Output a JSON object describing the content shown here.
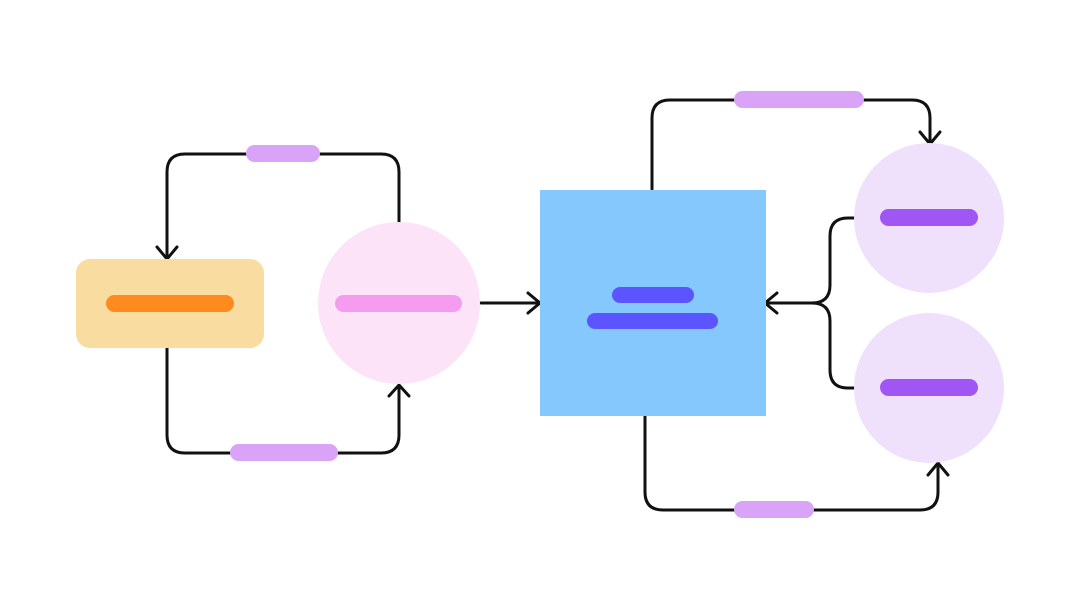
{
  "colors": {
    "background": "#ffffff",
    "line": "#111111",
    "label_pill": "#d9a3f7",
    "orange_box": "#f9dca0",
    "orange_bar": "#ff8a1e",
    "pink_circle": "#fce3f8",
    "pink_bar": "#f59cf0",
    "blue_square": "#84c8fd",
    "blue_bar": "#5c55ff",
    "lavender_circle": "#efe1fc",
    "purple_bar": "#a056f5"
  },
  "diagram": {
    "nodes": [
      {
        "id": "orange-box",
        "shape": "rounded-rect",
        "placeholder_lines": 1
      },
      {
        "id": "pink-circle",
        "shape": "circle",
        "placeholder_lines": 1
      },
      {
        "id": "blue-square",
        "shape": "square",
        "placeholder_lines": 2
      },
      {
        "id": "lavender-circle-top",
        "shape": "circle",
        "placeholder_lines": 1
      },
      {
        "id": "lavender-circle-bottom",
        "shape": "circle",
        "placeholder_lines": 1
      }
    ],
    "edges": [
      {
        "from": "pink-circle",
        "to": "orange-box",
        "labeled": true
      },
      {
        "from": "orange-box",
        "to": "pink-circle",
        "labeled": true
      },
      {
        "from": "pink-circle",
        "to": "blue-square",
        "labeled": false
      },
      {
        "from": "blue-square",
        "to": "lavender-circle-top",
        "labeled": true
      },
      {
        "from": "blue-square",
        "to": "lavender-circle-bottom",
        "labeled": true
      },
      {
        "from": "lavender-circle-top",
        "to": "blue-square",
        "labeled": false,
        "merge": true
      },
      {
        "from": "lavender-circle-bottom",
        "to": "blue-square",
        "labeled": false,
        "merge": true
      }
    ]
  }
}
